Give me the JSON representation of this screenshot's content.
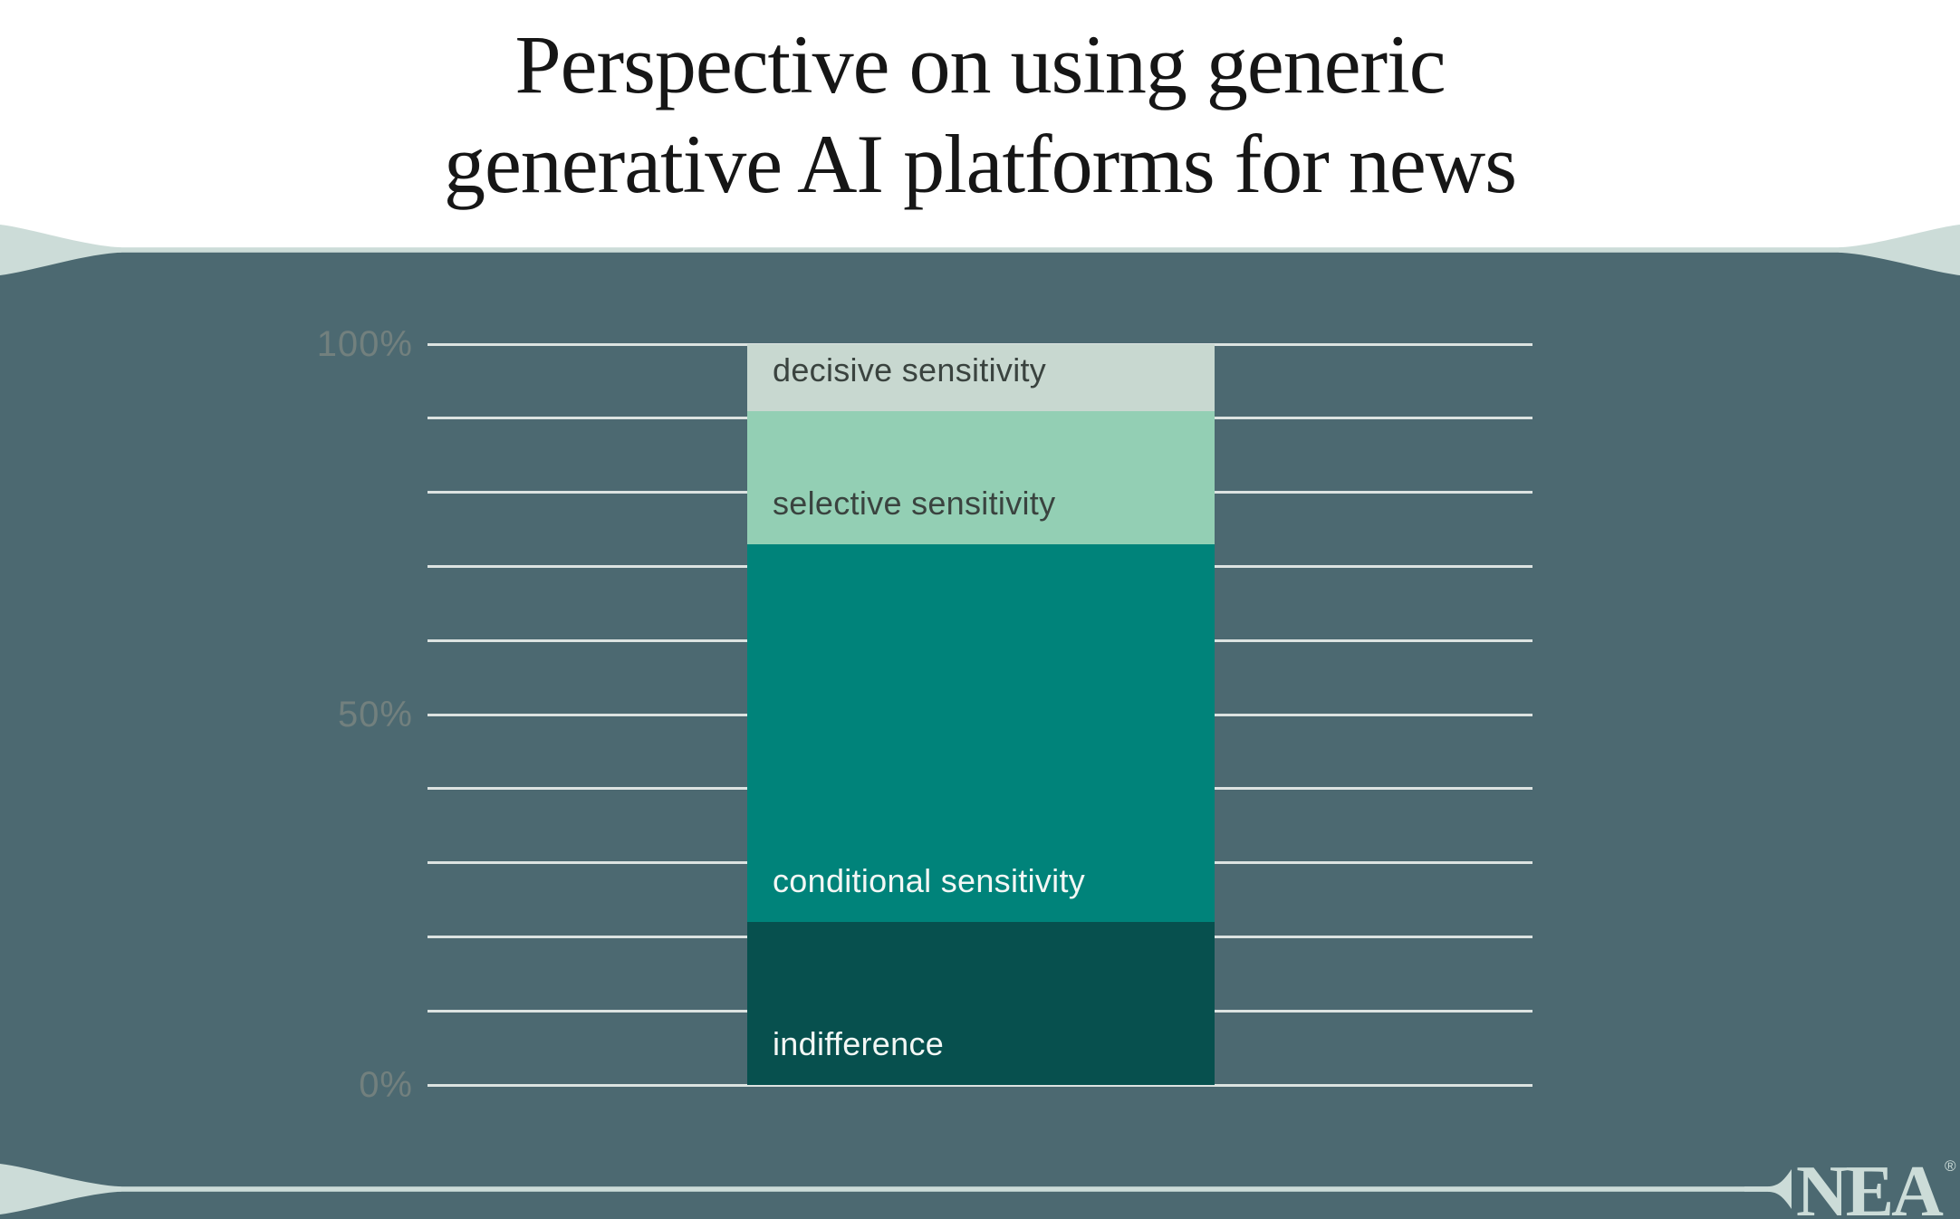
{
  "title": {
    "line1": "Perspective on using generic",
    "line2": "generative AI platforms for news"
  },
  "chart_data": {
    "type": "bar",
    "subtype": "single-column-stacked",
    "title": "Perspective on using generic generative AI platforms for news",
    "xlabel": "",
    "ylabel": "",
    "ylim": [
      0,
      100
    ],
    "unit": "%",
    "grid": true,
    "gridlines_pct": [
      100,
      90,
      80,
      70,
      60,
      50,
      40,
      30,
      20,
      10,
      0
    ],
    "yticks": [
      {
        "label": "100%",
        "pct": 100
      },
      {
        "label": "50%",
        "pct": 50
      },
      {
        "label": "0%",
        "pct": 0
      }
    ],
    "segments_top_to_bottom": [
      {
        "label": "decisive sensitivity",
        "value_pct": 9,
        "color": "#c8d8d0",
        "text_color": "#3a433f"
      },
      {
        "label": "selective sensitivity",
        "value_pct": 18,
        "color": "#93cfb4",
        "text_color": "#3a433f"
      },
      {
        "label": "conditional sensitivity",
        "value_pct": 51,
        "color": "#00837a",
        "text_color": "#f3f7f5"
      },
      {
        "label": "indifference",
        "value_pct": 22,
        "color": "#07504e",
        "text_color": "#f3f7f5"
      }
    ],
    "legend": "labels drawn inside segments"
  },
  "branding": {
    "logo_text": "NEA",
    "registered_mark": "®"
  },
  "colors": {
    "card_background": "#4c6971",
    "title_band": "#ffffff",
    "title_text": "#161616",
    "divider_mint": "#ccdcd8",
    "gridline": "#dce3e1",
    "tick_text": "#72807e"
  }
}
